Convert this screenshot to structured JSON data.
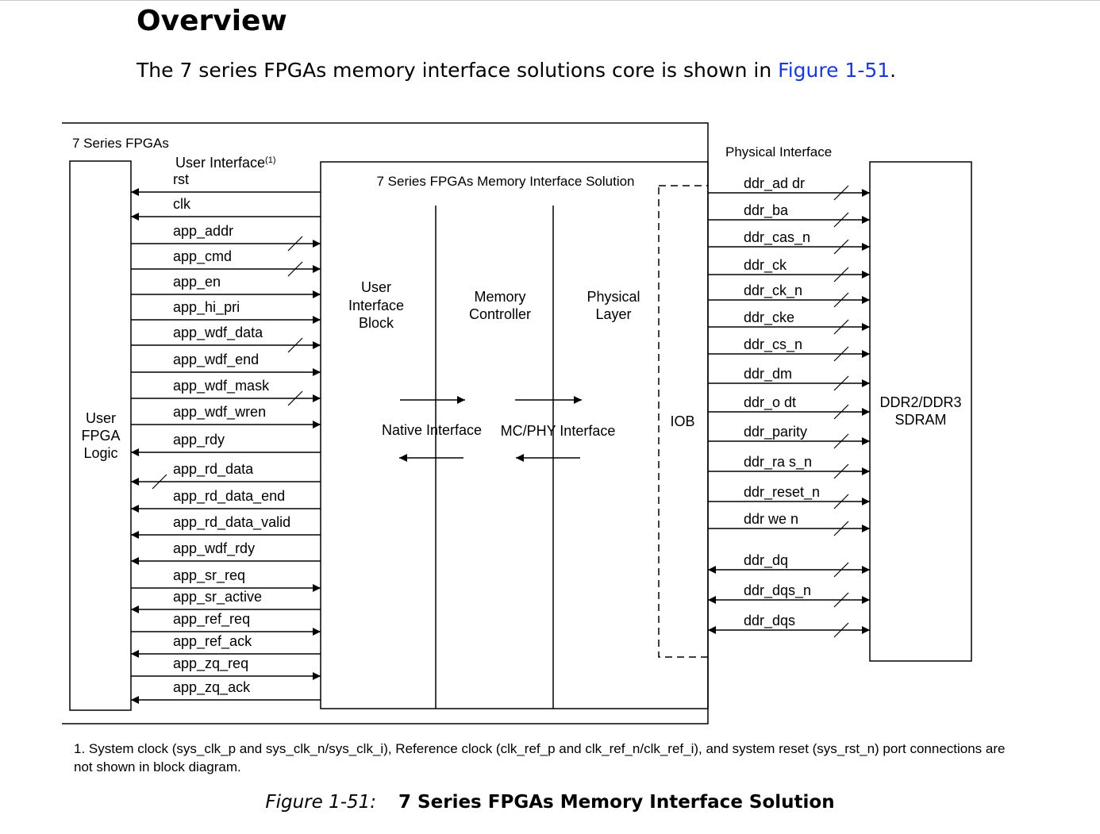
{
  "heading": "Overview",
  "intro": {
    "before": "The 7 series FPGAs memory interface solutions core is shown in ",
    "link": "Figure 1-51",
    "after": "."
  },
  "diagram": {
    "outer_label": "7 Series FPGAs",
    "user_interface_label": "User Interface",
    "user_interface_note": "(1)",
    "user_logic": [
      "User",
      "FPGA",
      "Logic"
    ],
    "solution_title": "7 Series FPGAs Memory Interface Solution",
    "blocks": {
      "ui_block": [
        "User",
        "Interface",
        "Block"
      ],
      "memory_controller": [
        "Memory",
        "Controller"
      ],
      "physical_layer": [
        "Physical",
        "Layer"
      ]
    },
    "native_interface": "Native Interface",
    "mc_phy_interface": "MC/PHY Interface",
    "iob": "IOB",
    "physical_interface_label": "Physical Interface",
    "sdram": [
      "DDR2/DDR3",
      "SDRAM"
    ],
    "user_signals": [
      {
        "name": "rst",
        "dir": "out",
        "bus": false
      },
      {
        "name": "clk",
        "dir": "out",
        "bus": false
      },
      {
        "name": "app_addr",
        "dir": "in",
        "bus": true
      },
      {
        "name": "app_cmd",
        "dir": "in",
        "bus": true
      },
      {
        "name": "app_en",
        "dir": "in",
        "bus": false
      },
      {
        "name": "app_hi_pri",
        "dir": "in",
        "bus": false
      },
      {
        "name": "app_wdf_data",
        "dir": "in",
        "bus": true
      },
      {
        "name": "app_wdf_end",
        "dir": "in",
        "bus": false
      },
      {
        "name": "app_wdf_mask",
        "dir": "in",
        "bus": true
      },
      {
        "name": "app_wdf_wren",
        "dir": "in",
        "bus": false
      },
      {
        "name": "app_rdy",
        "dir": "out",
        "bus": false
      },
      {
        "name": "app_rd_data",
        "dir": "out",
        "bus": true
      },
      {
        "name": "app_rd_data_end",
        "dir": "out",
        "bus": false
      },
      {
        "name": "app_rd_data_valid",
        "dir": "out",
        "bus": false
      },
      {
        "name": "app_wdf_rdy",
        "dir": "out",
        "bus": false
      },
      {
        "name": "app_sr_req",
        "dir": "in",
        "bus": false
      },
      {
        "name": "app_sr_active",
        "dir": "out",
        "bus": false
      },
      {
        "name": "app_ref_req",
        "dir": "in",
        "bus": false
      },
      {
        "name": "app_ref_ack",
        "dir": "out",
        "bus": false
      },
      {
        "name": "app_zq_req",
        "dir": "in",
        "bus": false
      },
      {
        "name": "app_zq_ack",
        "dir": "out",
        "bus": false
      }
    ],
    "phys_signals": [
      {
        "name": "ddr_ad dr",
        "dir": "out"
      },
      {
        "name": "ddr_ba",
        "dir": "out"
      },
      {
        "name": "ddr_cas_n",
        "dir": "out"
      },
      {
        "name": "ddr_ck",
        "dir": "out"
      },
      {
        "name": "ddr_ck_n",
        "dir": "out"
      },
      {
        "name": "ddr_cke",
        "dir": "out"
      },
      {
        "name": "ddr_cs_n",
        "dir": "out"
      },
      {
        "name": "ddr_dm",
        "dir": "out"
      },
      {
        "name": "ddr_o dt",
        "dir": "out"
      },
      {
        "name": "ddr_parity",
        "dir": "out"
      },
      {
        "name": "ddr_ra s_n",
        "dir": "out"
      },
      {
        "name": "ddr_reset_n",
        "dir": "out"
      },
      {
        "name": "ddr we n",
        "dir": "out"
      },
      {
        "name": "ddr_dq",
        "dir": "bi"
      },
      {
        "name": "ddr_dqs_n",
        "dir": "bi"
      },
      {
        "name": "ddr_dqs",
        "dir": "bi"
      }
    ]
  },
  "footnote": "1. System clock (sys_clk_p and sys_clk_n/sys_clk_i), Reference clock (clk_ref_p and clk_ref_n/clk_ref_i), and system reset (sys_rst_n) port connections are not shown in block diagram.",
  "caption": {
    "number": "Figure 1-51:",
    "title": "7 Series FPGAs Memory Interface Solution"
  }
}
